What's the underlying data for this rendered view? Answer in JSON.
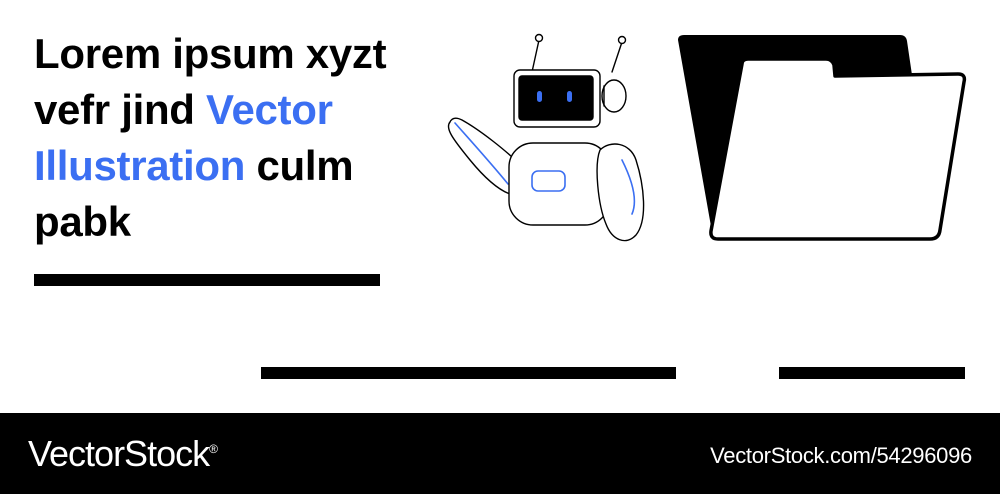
{
  "headline": {
    "part1": "Lorem ipsum xyzt vefr jind ",
    "accent": "Vector Illustration",
    "part2": " culm pabk"
  },
  "illustration": {
    "robot_icon": "robot-icon",
    "folder_icon": "open-folder-icon"
  },
  "colors": {
    "accent": "#3b6ff2",
    "ink": "#000000",
    "background": "#ffffff"
  },
  "footer": {
    "brand": "VectorStock",
    "registered": "®",
    "url": "VectorStock.com/54296096"
  }
}
